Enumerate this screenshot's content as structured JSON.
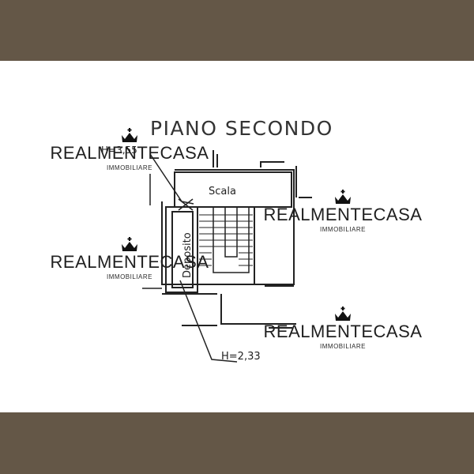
{
  "frame": {
    "band_color": "#645747"
  },
  "plan": {
    "title": "PIANO SECONDO",
    "labels": {
      "scala": "Scala",
      "deposito": "Deposito",
      "h_top": "H=3,55",
      "h_bottom": "H=2,33"
    }
  },
  "watermark": {
    "brand": "REALMENTECASA",
    "sub": "IMMOBILIARE",
    "icon": "crown-icon"
  }
}
